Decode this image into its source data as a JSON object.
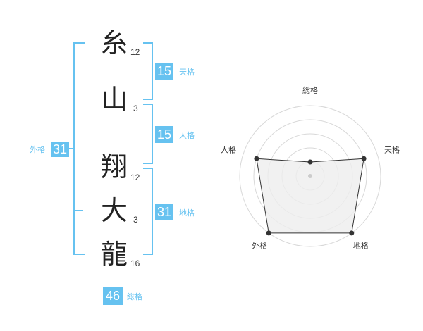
{
  "name": {
    "chars": [
      {
        "char": "糸",
        "strokes": "12"
      },
      {
        "char": "山",
        "strokes": "3"
      },
      {
        "char": "翔",
        "strokes": "12"
      },
      {
        "char": "大",
        "strokes": "3"
      },
      {
        "char": "龍",
        "strokes": "16"
      }
    ]
  },
  "fortunes": {
    "tenkaku": {
      "value": "15",
      "label": "天格"
    },
    "jinkaku": {
      "value": "15",
      "label": "人格"
    },
    "chikaku": {
      "value": "31",
      "label": "地格"
    },
    "gaikaku": {
      "value": "31",
      "label": "外格"
    },
    "soukaku": {
      "value": "46",
      "label": "総格"
    }
  },
  "colors": {
    "accent": "#66c2f0",
    "text": "#222222",
    "radar_fill": "#eeeeee",
    "radar_line": "#333333"
  },
  "chart_data": {
    "type": "radar",
    "axes": [
      "総格",
      "天格",
      "地格",
      "外格",
      "人格"
    ],
    "levels": 5,
    "range": [
      0,
      5
    ],
    "values": [
      1,
      4,
      5,
      5,
      4
    ]
  }
}
